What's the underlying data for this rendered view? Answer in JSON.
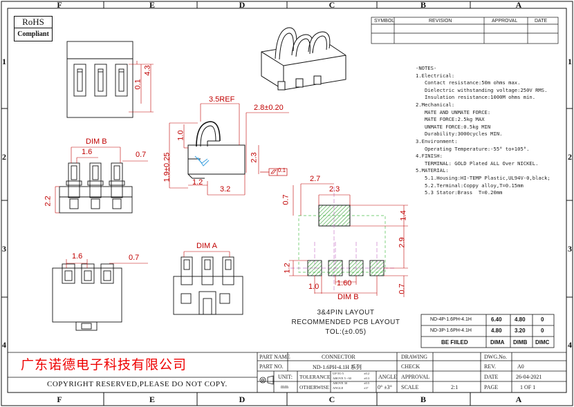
{
  "zones": {
    "cols": [
      "F",
      "E",
      "D",
      "C",
      "B",
      "A"
    ],
    "rows": [
      "1",
      "2",
      "3",
      "4"
    ]
  },
  "rohs": {
    "line1": "RoHS",
    "line2": "Compliant"
  },
  "revision_header": {
    "symbol": "SYMBOL",
    "revision": "REVISION",
    "approval": "APPROVAL",
    "date": "DATE"
  },
  "notes": [
    "-NOTES-",
    "1.Electrical:",
    "   Contact resistance:50m ohms max.",
    "   Dielectric withstanding voltage:250V RMS.",
    "   Insulation resistance:1000M ohms min.",
    "2.Mechanical:",
    "   MATE AND UNMATE FORCE:",
    "   MATE FORCE:2.5kg MAX",
    "   UNMATE FORCE:0.5kg MIN",
    "   Durability:3000cycles MIN.",
    "3.Environment:",
    "   Operating Temperature:-55° to+105°.",
    "4.FINISH:",
    "   TERMINAL: GOLD Plated ALL Over NICKEL.",
    "5.MATERIAL:",
    "   5.1.Housing:HI-TEMP Plastic,UL94V-0,black;",
    "   5.2.Terminal:Coppy alloy,T=0.15mm",
    "   5.3 Stator:Brass  T=0.20mm"
  ],
  "dims": {
    "d_0_1": "0.1",
    "d_4_3": "4.3",
    "d_3_5ref": "3.5REF",
    "d_2_8": "2.8±0.20",
    "d_1_0a": "1.0",
    "d_1_9": "1.9±0.25",
    "d_2_3a": "2.3",
    "flat": "0.1",
    "d_1_2a": "1.2",
    "d_3_2": "3.2",
    "dim_b_label": "DIM B",
    "d_1_6a": "1.6",
    "d_0_7a": "0.7",
    "d_2_2": "2.2",
    "d_1_6b": "1.6",
    "d_0_7b": "0.7",
    "dim_a_label": "DIM A",
    "d_2_7": "2.7",
    "d_2_3b": "2.3",
    "d_0_7c": "0.7",
    "d_1_4": "1.4",
    "d_2_9": "2.9",
    "d_1_2b": "1.2",
    "d_1_0b": "1.0",
    "d_1_60": "1.60",
    "d_0_7d": "0.7",
    "dim_b_label2": "DIM B"
  },
  "pcb_title": {
    "l1": "3&4PIN LAYOUT",
    "l2": "RECOMMENDED PCB LAYOUT",
    "l3": "TOL:(±0.05)"
  },
  "dim_table": {
    "rows": [
      {
        "pn": "ND-4P-1.6PH-4.1H",
        "a": "6.40",
        "b": "4.80",
        "c": "0"
      },
      {
        "pn": "ND-3P-1.6PH-4.1H",
        "a": "4.80",
        "b": "3.20",
        "c": "0"
      }
    ],
    "footer": {
      "label": "BE FIILED",
      "a": "DIMA",
      "b": "DIMB",
      "c": "DIMC"
    }
  },
  "company": "广东诺德电子科技有限公司",
  "copyright": "COPYRIGHT RESERVED,PLEASE DO NOT COPY.",
  "title_block": {
    "part_name_label": "PART NAME",
    "part_name": "CONNECTOR",
    "part_no_label": "PART NO.",
    "part_no": "ND-1.6PH-4.1H 系列",
    "unit_label": "UNIT:",
    "unit": "mm",
    "tolerance": "TOLERANCE",
    "otherwise": "OTHERWISE",
    "tol1": "UP TO 5",
    "tol2": "ABOVE 5 ~30",
    "tol3": "ABOVE 30",
    "tol4": "ANGLE",
    "tv1": "±0.2",
    "tv2": "±0.3",
    "tv3": "±0.5",
    "tv4": "±3°",
    "angle_label": "ANGLE",
    "angle_val": "0° ±3°",
    "drawing": "DRAWING",
    "check": "CHECK",
    "approval": "APPROVAL",
    "scale_label": "SCALE",
    "scale": "2:1",
    "dwg_label": "DWG.No.",
    "rev_label": "REV.",
    "rev": "A0",
    "date_label": "DATE",
    "date": "26-04-2021",
    "page_label": "PAGE",
    "page": "1 OF 1"
  }
}
